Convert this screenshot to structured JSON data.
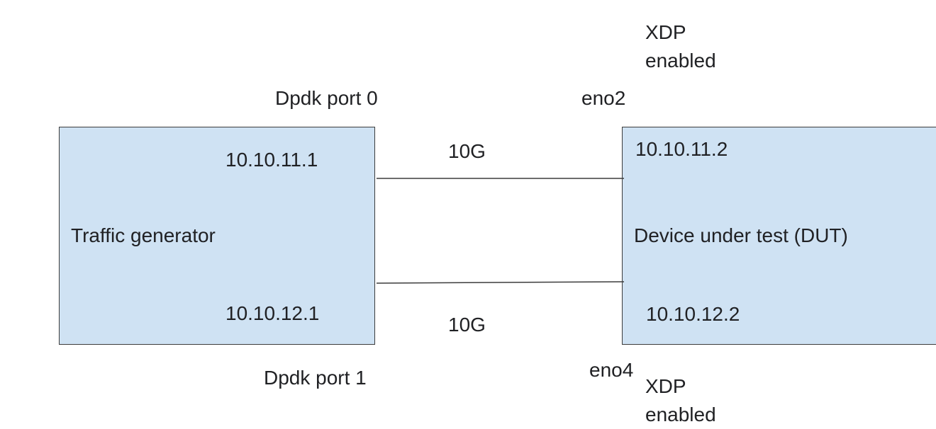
{
  "traffic_generator": {
    "name": "Traffic generator",
    "ip_top": "10.10.11.1",
    "ip_bottom": "10.10.12.1",
    "port_top": "Dpdk port 0",
    "port_bottom": "Dpdk port 1"
  },
  "dut": {
    "name": "Device under test (DUT)",
    "ip_top": "10.10.11.2",
    "ip_bottom": "10.10.12.2",
    "iface_top": "eno2",
    "iface_bottom": "eno4",
    "xdp_top": [
      "XDP",
      "enabled"
    ],
    "xdp_bottom": [
      "XDP",
      "enabled"
    ]
  },
  "links": [
    {
      "speed": "10G"
    },
    {
      "speed": "10G"
    }
  ],
  "colors": {
    "box_fill": "#cfe2f3",
    "box_border": "#3c3c3c",
    "line": "#3c3c3c",
    "text": "#202124"
  }
}
